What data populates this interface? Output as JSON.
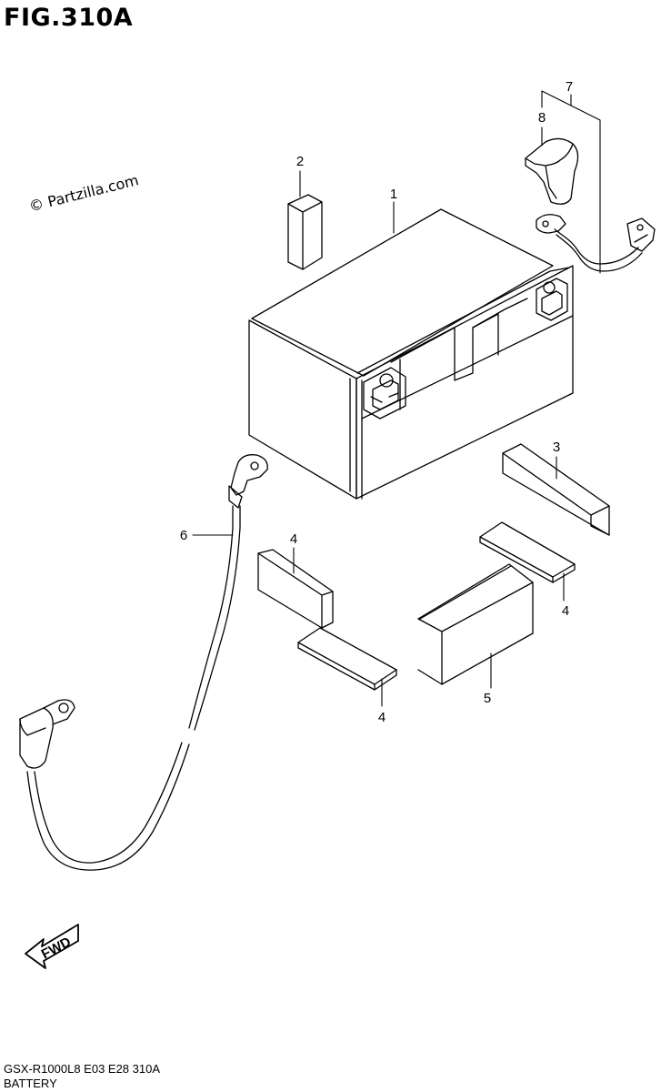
{
  "figure": {
    "title": "FIG.310A",
    "watermark": "© Partzilla.com",
    "model_code": "GSX-R1000L8  E03  E28  310A",
    "section_name": "BATTERY",
    "fwd_label": "FWD"
  },
  "callouts": [
    {
      "num": "1",
      "part": "battery"
    },
    {
      "num": "2",
      "part": "small-block"
    },
    {
      "num": "3",
      "part": "pad"
    },
    {
      "num": "4",
      "part": "pad"
    },
    {
      "num": "4",
      "part": "pad"
    },
    {
      "num": "4",
      "part": "pad"
    },
    {
      "num": "5",
      "part": "spacer-block"
    },
    {
      "num": "6",
      "part": "negative-lead-wire"
    },
    {
      "num": "7",
      "part": "positive-lead-wire"
    },
    {
      "num": "8",
      "part": "terminal-cap"
    }
  ]
}
